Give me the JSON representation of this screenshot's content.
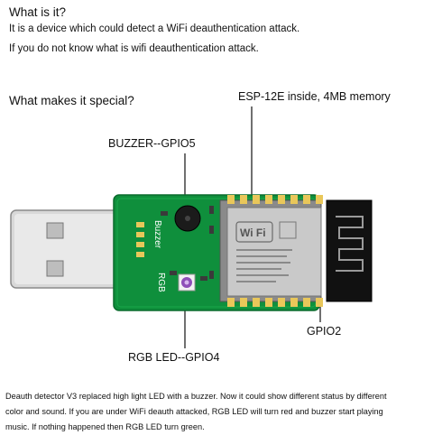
{
  "intro": {
    "heading": "What is it?",
    "line1": "It is a device which could detect a WiFi deauthentication attack.",
    "line2": "If you do not know what is wifi deauthentication attack."
  },
  "special": {
    "heading": "What makes it special?"
  },
  "callouts": {
    "esp": "ESP-12E inside, 4MB memory",
    "buzzer": "BUZZER--GPIO5",
    "gpio2": "GPIO2",
    "rgb": "RGB LED--GPIO4"
  },
  "board": {
    "silk_buzzer": "Buzzer",
    "silk_rgb": "RGB",
    "module_logo": "Wi Fi",
    "pcb_color": "#0f8f3c",
    "module_color": "#c9c9c9",
    "antenna_color": "#111111"
  },
  "caption": {
    "line1": "Deauth detector V3 replaced high light LED with a buzzer. Now it could show different status by different",
    "line2": "color and sound. If you are under WiFi deauth attacked, RGB LED will turn red and buzzer start playing",
    "line3": "music. If nothing happened then RGB LED turn green."
  }
}
